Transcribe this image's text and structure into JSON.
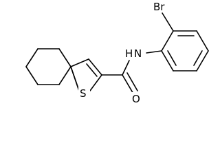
{
  "molecule": {
    "labels": {
      "bromine": "Br",
      "amide_nitrogen": "N",
      "amide_hydrogen": "H",
      "thiophene_sulfur": "S",
      "carbonyl_oxygen": "O"
    }
  }
}
